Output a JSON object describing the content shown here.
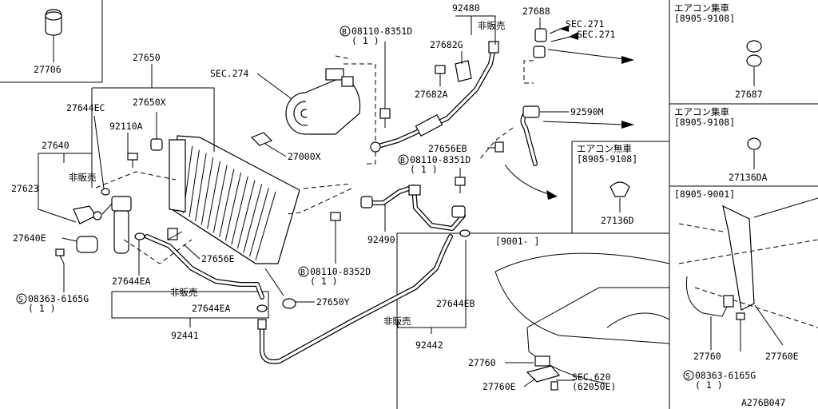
{
  "boxes": {
    "top_left": {
      "part": "27706"
    },
    "upper_right_1": {
      "title": "エアコン集車",
      "range": "[8905-9108]",
      "part": "27687"
    },
    "upper_right_2": {
      "title": "エアコン集車",
      "range": "[8905-9108]",
      "part": "27136DA"
    },
    "mid_right": {
      "title": "エアコン無車",
      "range": "[8905-9108]",
      "part": "27136D"
    },
    "lower_right": {
      "range": "[8905-9001]",
      "parts": [
        "27760",
        "27760E"
      ],
      "bolt": "08363-6165G",
      "bolt_qty": "( 1 )"
    },
    "lower_center": {
      "range": "[9001-       ]",
      "parts": [
        "27760",
        "27760E"
      ],
      "sec": "SEC.620",
      "sec_sub": "(62050E)"
    }
  },
  "labels": {
    "p27650": "27650",
    "p27644EC": "27644EC",
    "p27650X": "27650X",
    "p92110A": "92110A",
    "p27640": "27640",
    "p27623": "27623",
    "p27640E": "27640E",
    "p27644EA_1": "27644EA",
    "p27644EA_2": "27644EA",
    "p92441": "92441",
    "p27656E": "27656E",
    "p27650Y": "27650Y",
    "p27000X": "27000X",
    "sec274": "SEC.274",
    "p92480": "92480",
    "p27688": "27688",
    "sec271a": "SEC.271",
    "sec271b": "SEC.271",
    "p27682G": "27682G",
    "p27682A": "27682A",
    "p92590M": "92590M",
    "p27656EB": "27656EB",
    "p92490": "92490",
    "p27644EB": "27644EB",
    "p92442": "92442",
    "hanbai": "非販売",
    "bolt1": "08110-8351D",
    "bolt2": "08110-8351D",
    "bolt3": "08110-8352D",
    "bolt4": "08363-6165G",
    "qty": "( 1 )",
    "diagram_id": "A276B047"
  }
}
